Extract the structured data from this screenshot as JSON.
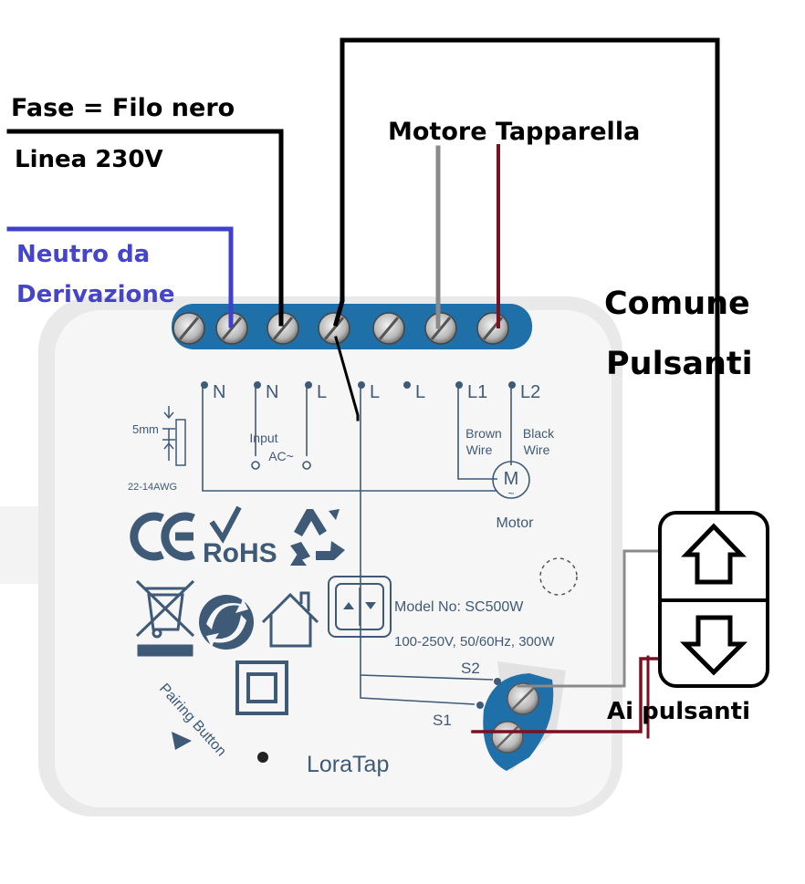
{
  "annotations": {
    "phase_line1": "Fase = Filo nero",
    "phase_line2": "Linea 230V",
    "neutral_line1": "Neutro da",
    "neutral_line2": "Derivazione",
    "motor": "Motore Tapparella",
    "common_line1": "Comune",
    "common_line2": "Pulsanti",
    "buttons": "Ai pulsanti"
  },
  "device": {
    "terminals": [
      "N",
      "N",
      "L",
      "L",
      "L",
      "L1",
      "L2"
    ],
    "input_label": "Input",
    "input_ac": "AC~",
    "brown_wire_1": "Brown",
    "brown_wire_2": "Wire",
    "black_wire_1": "Black",
    "black_wire_2": "Wire",
    "motor_symbol": "M",
    "motor_tilde": "~",
    "motor_label": "Motor",
    "strip_length": "5mm",
    "awg": "22-14AWG",
    "ce_mark": "CE",
    "rohs": "RoHS",
    "model": "Model No: SC500W",
    "rating": "100-250V, 50/60Hz, 300W",
    "s2": "S2",
    "s1": "S1",
    "pairing": "Pairing Button",
    "brand": "LoraTap"
  },
  "colors": {
    "black_wire": "#000000",
    "blue_wire": "#4040c8",
    "gray_wire": "#8a8a8a",
    "red_wire": "#7a1020",
    "terminal_block": "#1f6fa8",
    "device_print": "#3f5a76",
    "neutral_text": "#4444cc"
  },
  "icons": [
    "arrow-up-icon",
    "arrow-down-icon",
    "recycle-icon",
    "wheelie-bin-icon",
    "green-dot-icon",
    "house-icon",
    "double-insulation-icon",
    "rohs-check-icon"
  ]
}
